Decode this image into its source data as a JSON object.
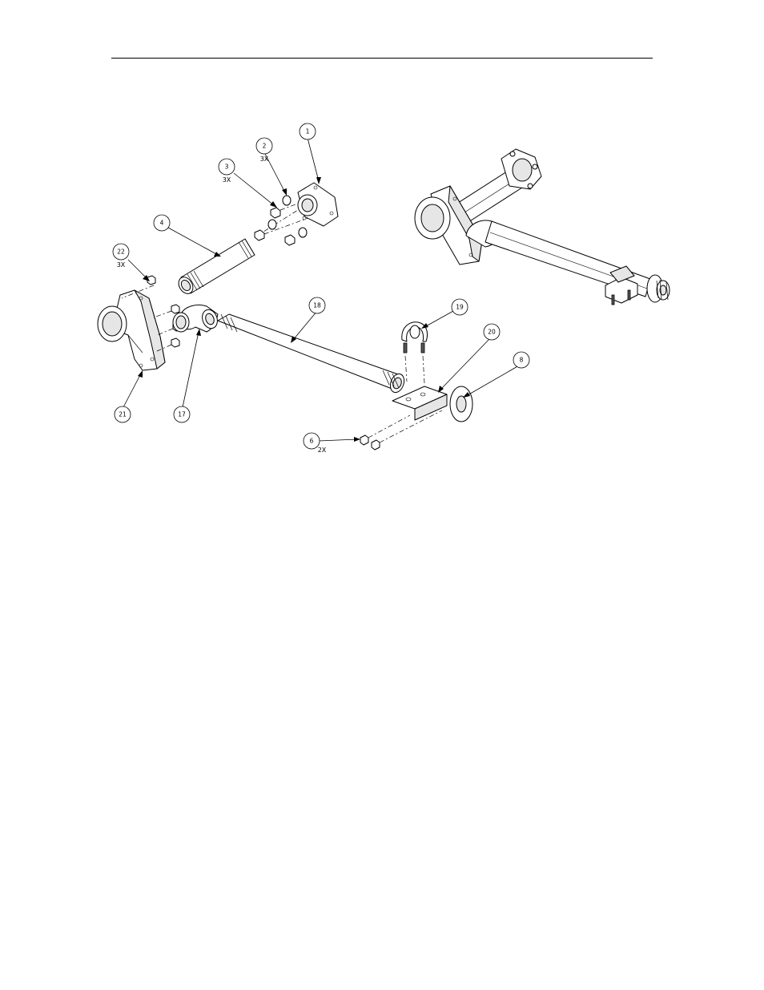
{
  "callouts": [
    {
      "id": "c1",
      "number": "1",
      "qty": ""
    },
    {
      "id": "c2",
      "number": "2",
      "qty": "3X"
    },
    {
      "id": "c3",
      "number": "3",
      "qty": "3X"
    },
    {
      "id": "c4",
      "number": "4",
      "qty": ""
    },
    {
      "id": "c22",
      "number": "22",
      "qty": "3X"
    },
    {
      "id": "c18",
      "number": "18",
      "qty": ""
    },
    {
      "id": "c19",
      "number": "19",
      "qty": ""
    },
    {
      "id": "c20",
      "number": "20",
      "qty": ""
    },
    {
      "id": "c8",
      "number": "8",
      "qty": ""
    },
    {
      "id": "c21",
      "number": "21",
      "qty": ""
    },
    {
      "id": "c17",
      "number": "17",
      "qty": ""
    },
    {
      "id": "c6",
      "number": "6",
      "qty": "2X"
    }
  ],
  "colors": {
    "line": "#000000",
    "background": "#ffffff",
    "shade": "#e6e6e6"
  }
}
